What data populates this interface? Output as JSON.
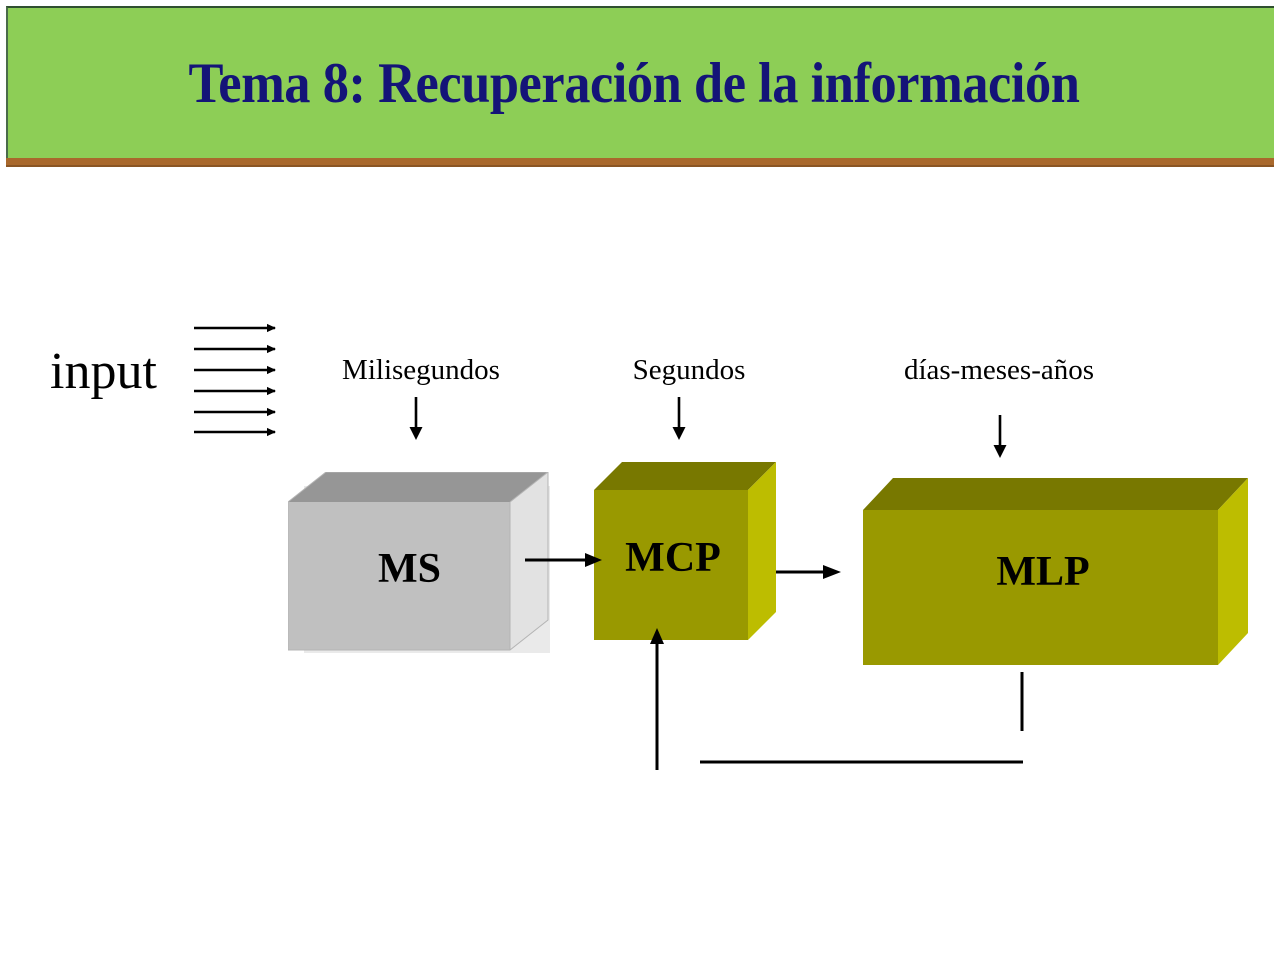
{
  "slide": {
    "title": "Tema 8: Recuperación de la información",
    "background_color": "#ffffff"
  },
  "theme": {
    "banner_color": "#8dce56",
    "banner_shadow_color": "#a9682c",
    "title_color": "#141478",
    "gray_box_front": "#c0c0c0",
    "gray_box_top": "#969696",
    "gray_box_side": "#e0e0e0",
    "olive_box_front": "#999900",
    "olive_box_top": "#787800",
    "olive_box_side": "#bdbd00",
    "line_color": "#000000"
  },
  "diagram": {
    "input_label": "input",
    "input_arrow_count": 6,
    "stages": [
      {
        "id": "ms",
        "time_label": "Milisegundos",
        "box_label": "MS",
        "box_style": "gray"
      },
      {
        "id": "mcp",
        "time_label": "Segundos",
        "box_label": "MCP",
        "box_style": "olive"
      },
      {
        "id": "mlp",
        "time_label": "días-meses-años",
        "box_label": "MLP",
        "box_style": "olive"
      }
    ],
    "connectors": [
      {
        "from": "MS",
        "to": "MCP",
        "kind": "arrow-right"
      },
      {
        "from": "MCP",
        "to": "MLP",
        "kind": "arrow-right"
      },
      {
        "from": "MLP",
        "to": "MCP",
        "kind": "feedback-arrow-up"
      }
    ]
  }
}
